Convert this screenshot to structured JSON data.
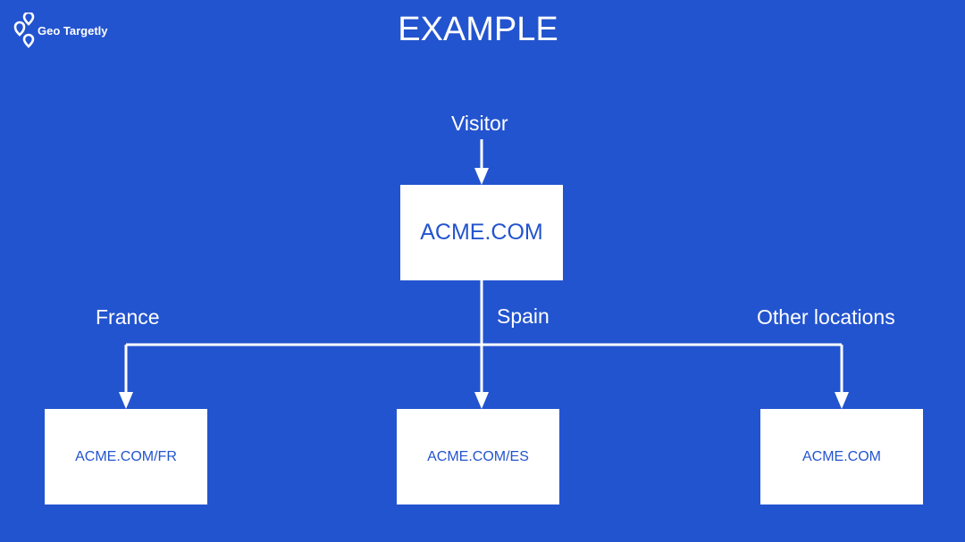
{
  "logo": {
    "text": "Geo Targetly",
    "icon": "location-pins-icon"
  },
  "title": "EXAMPLE",
  "visitor_label": "Visitor",
  "main_box": "ACME.COM",
  "branches": [
    {
      "label": "France",
      "target": "ACME.COM/FR"
    },
    {
      "label": "Spain",
      "target": "ACME.COM/ES"
    },
    {
      "label": "Other locations",
      "target": "ACME.COM"
    }
  ],
  "colors": {
    "background": "#2354CF",
    "foreground": "#FFFFFF",
    "box_text": "#2354CF"
  }
}
